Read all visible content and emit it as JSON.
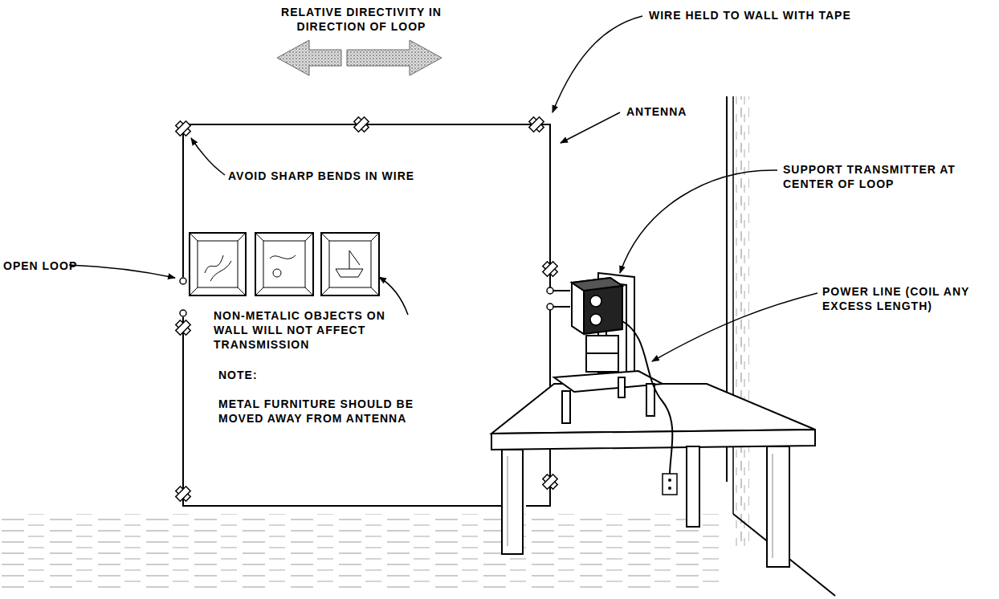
{
  "diagram": {
    "labels": [
      "RELATIVE DIRECTIVITY IN DIRECTION OF LOOP",
      "WIRE HELD TO WALL WITH TAPE",
      "AVOID SHARP BENDS IN WIRE",
      "ANTENNA",
      "SUPPORT TRANSMITTER AT CENTER OF LOOP",
      "OPEN LOOP",
      "NON-METALIC OBJECTS ON WALL WILL NOT AFFECT TRANSMISSION",
      "POWER LINE (COIL ANY EXCESS LENGTH)",
      "NOTE:",
      "METAL FURNITURE SHOULD BE MOVED AWAY FROM ANTENNA"
    ]
  }
}
